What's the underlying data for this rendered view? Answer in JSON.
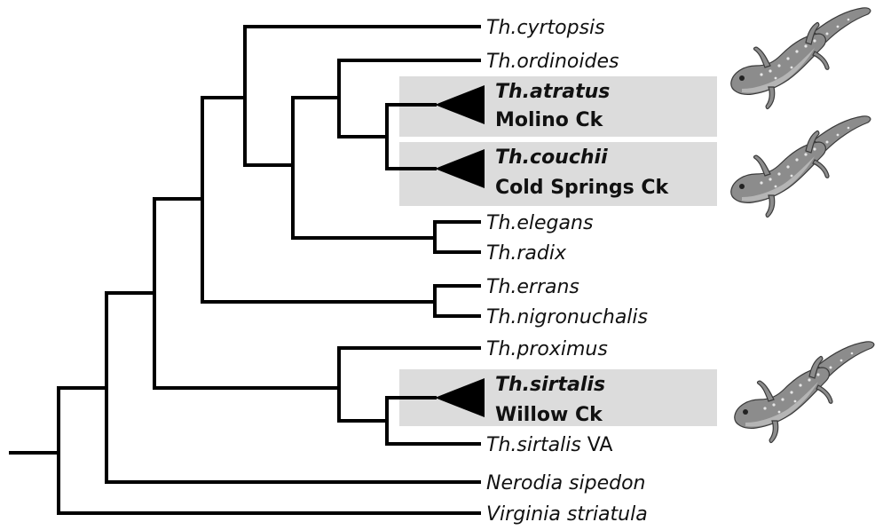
{
  "tree": {
    "taxa": [
      {
        "id": "cyrtopsis",
        "name": "Th.cyrtopsis"
      },
      {
        "id": "ordinoides",
        "name": "Th.ordinoides"
      },
      {
        "id": "atratus",
        "name": "Th.atratus",
        "location": "Molino Ck"
      },
      {
        "id": "couchii",
        "name": "Th.couchii",
        "location": "Cold Springs Ck"
      },
      {
        "id": "elegans",
        "name": "Th.elegans"
      },
      {
        "id": "radix",
        "name": "Th.radix"
      },
      {
        "id": "errans",
        "name": "Th.errans"
      },
      {
        "id": "nigronuchalis",
        "name": "Th.nigronuchalis"
      },
      {
        "id": "proximus",
        "name": "Th.proximus"
      },
      {
        "id": "sirtalis",
        "name": "Th.sirtalis",
        "location": "Willow Ck"
      },
      {
        "id": "sirtalis_va",
        "name": "Th.sirtalis",
        "suffix": " VA"
      },
      {
        "id": "nerodia",
        "name": "Nerodia sipedon"
      },
      {
        "id": "virginia",
        "name": "Virginia striatula"
      }
    ],
    "highlighted_clades": [
      "atratus",
      "couchii",
      "sirtalis"
    ],
    "icons": [
      "newt-icon",
      "newt-icon",
      "newt-icon"
    ]
  }
}
